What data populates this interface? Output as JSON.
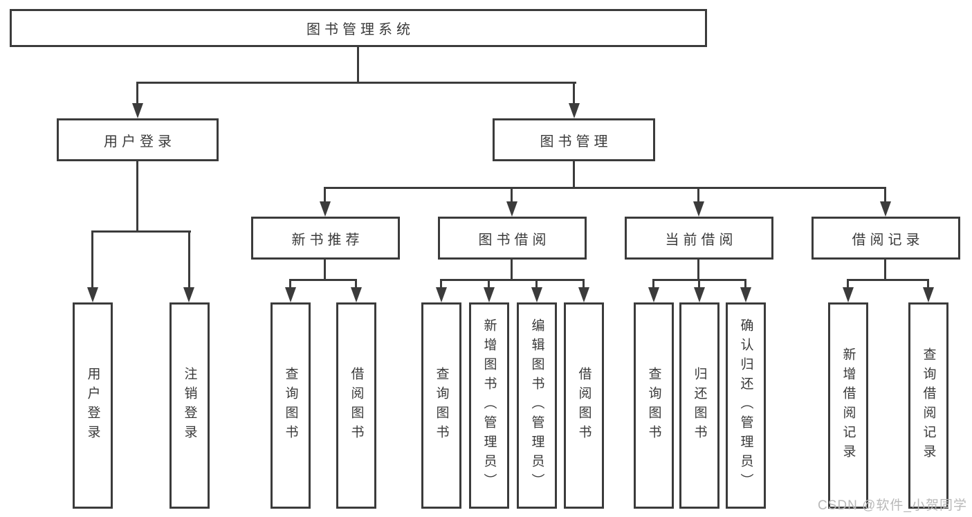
{
  "diagram": {
    "title": "图书管理系统",
    "nodes": {
      "root": "图书管理系统",
      "level1": [
        "用户登录",
        "图书管理"
      ],
      "level2": [
        "新书推荐",
        "图书借阅",
        "当前借阅",
        "借阅记录"
      ],
      "login_children": [
        "用户登录",
        "注销登录"
      ],
      "newbook_children": [
        "查询图书",
        "借阅图书"
      ],
      "borrow_children": [
        "查询图书",
        "新增图书（管理员）",
        "编辑图书（管理员）",
        "借阅图书"
      ],
      "current_children": [
        "查询图书",
        "归还图书",
        "确认归还（管理员）"
      ],
      "records_children": [
        "新增借阅记录",
        "查询借阅记录"
      ]
    },
    "watermark": "CSDN @软件_小贺同学",
    "colors": {
      "line": "#3b3b3b",
      "text": "#3a3a3a",
      "watermark": "#b9b9b9",
      "background": "#ffffff"
    }
  }
}
